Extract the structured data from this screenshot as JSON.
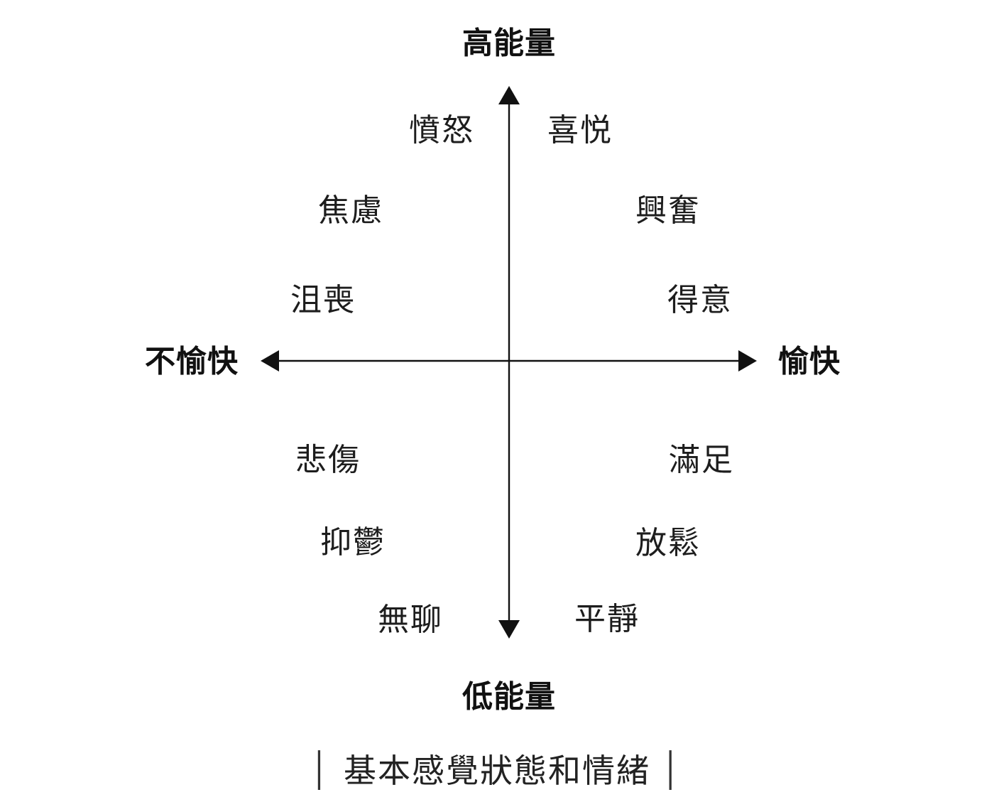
{
  "colors": {
    "ink": "#111111",
    "background": "#ffffff"
  },
  "diagram": {
    "axes": {
      "top": "高能量",
      "bottom": "低能量",
      "left": "不愉快",
      "right": "愉快"
    },
    "quadrants": {
      "top_left": [
        "憤怒",
        "焦慮",
        "沮喪"
      ],
      "top_right": [
        "喜悦",
        "興奮",
        "得意"
      ],
      "bottom_left": [
        "悲傷",
        "抑鬱",
        "無聊"
      ],
      "bottom_right": [
        "滿足",
        "放鬆",
        "平靜"
      ]
    },
    "caption": {
      "bar": "│",
      "text": "基本感覺狀態和情緒"
    }
  }
}
